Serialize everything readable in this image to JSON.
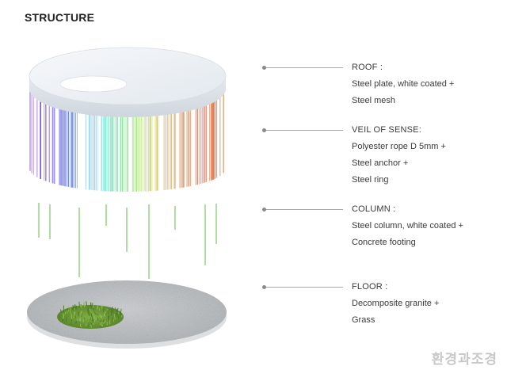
{
  "title": "STRUCTURE",
  "labels": [
    {
      "heading": "ROOF :",
      "lines": [
        "Steel plate, white coated +",
        "Steel mesh"
      ]
    },
    {
      "heading": "VEIL OF SENSE:",
      "lines": [
        "Polyester rope D 5mm +",
        "Steel anchor +",
        "Steel ring"
      ]
    },
    {
      "heading": "COLUMN :",
      "lines": [
        "Steel column, white coated +",
        "Concrete footing"
      ]
    },
    {
      "heading": "FLOOR :",
      "lines": [
        "Decomposite granite +",
        "Grass"
      ]
    }
  ],
  "watermark": "환경과조경",
  "colors": {
    "roof": "#eef2f6",
    "column": "#8fd07a",
    "floor": "#b9bdc0",
    "grass": "#6f9a3a",
    "leader": "#a8a8a8"
  }
}
